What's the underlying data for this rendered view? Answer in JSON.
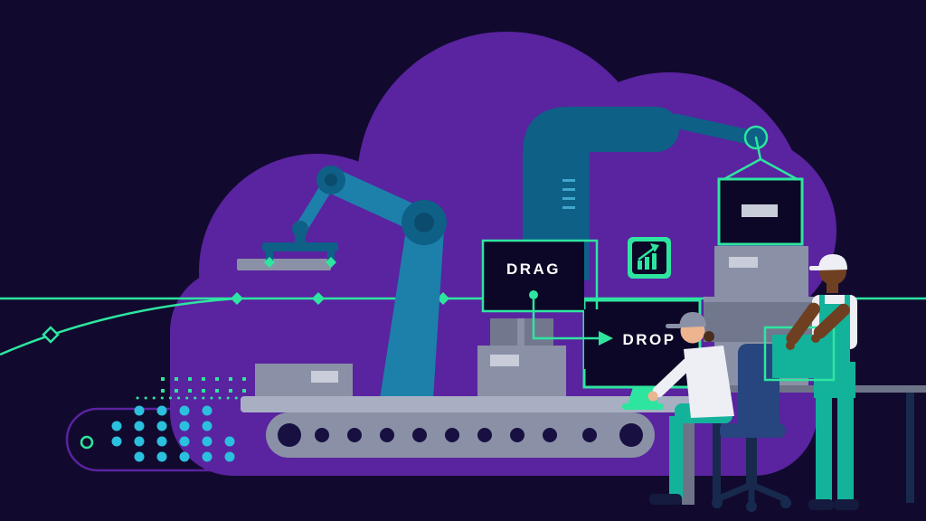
{
  "scene": {
    "drag_label": "DRAG",
    "drop_label": "DROP"
  },
  "icons": {
    "chart": "bar-chart-rising-arrow-icon",
    "connector_arrow": "arrow-right-icon",
    "network_node": "diamond-node-icon",
    "connector_dot": "connector-node-dot"
  },
  "palette": {
    "background": "#110A2E",
    "cloud": "#5A23A0",
    "mint": "#2EE5A0",
    "cyan": "#2BC0DE",
    "robot_blue": "#1C80AB",
    "robot_dark": "#0E6087",
    "robot_joint": "#0B4C6E",
    "tick": "#3FA8CC",
    "box_gray": "#8A91A6",
    "box_gray_dark": "#71788E",
    "box_label": "#C9CDD9",
    "tabletop": "#A9AFC2",
    "screen_dark": "#0C0726",
    "worker_teal": "#13B39B",
    "skin_dark": "#6F3F22",
    "skin_light": "#ECB58F",
    "shirt": "#EDEFF4",
    "hair": "#4A2E1E",
    "chair": "#27457E",
    "chair_dark": "#18294E",
    "navy": "#171040",
    "shoe": "#141B3E",
    "platform": "#6E7488",
    "text": "#FFFFFF"
  }
}
